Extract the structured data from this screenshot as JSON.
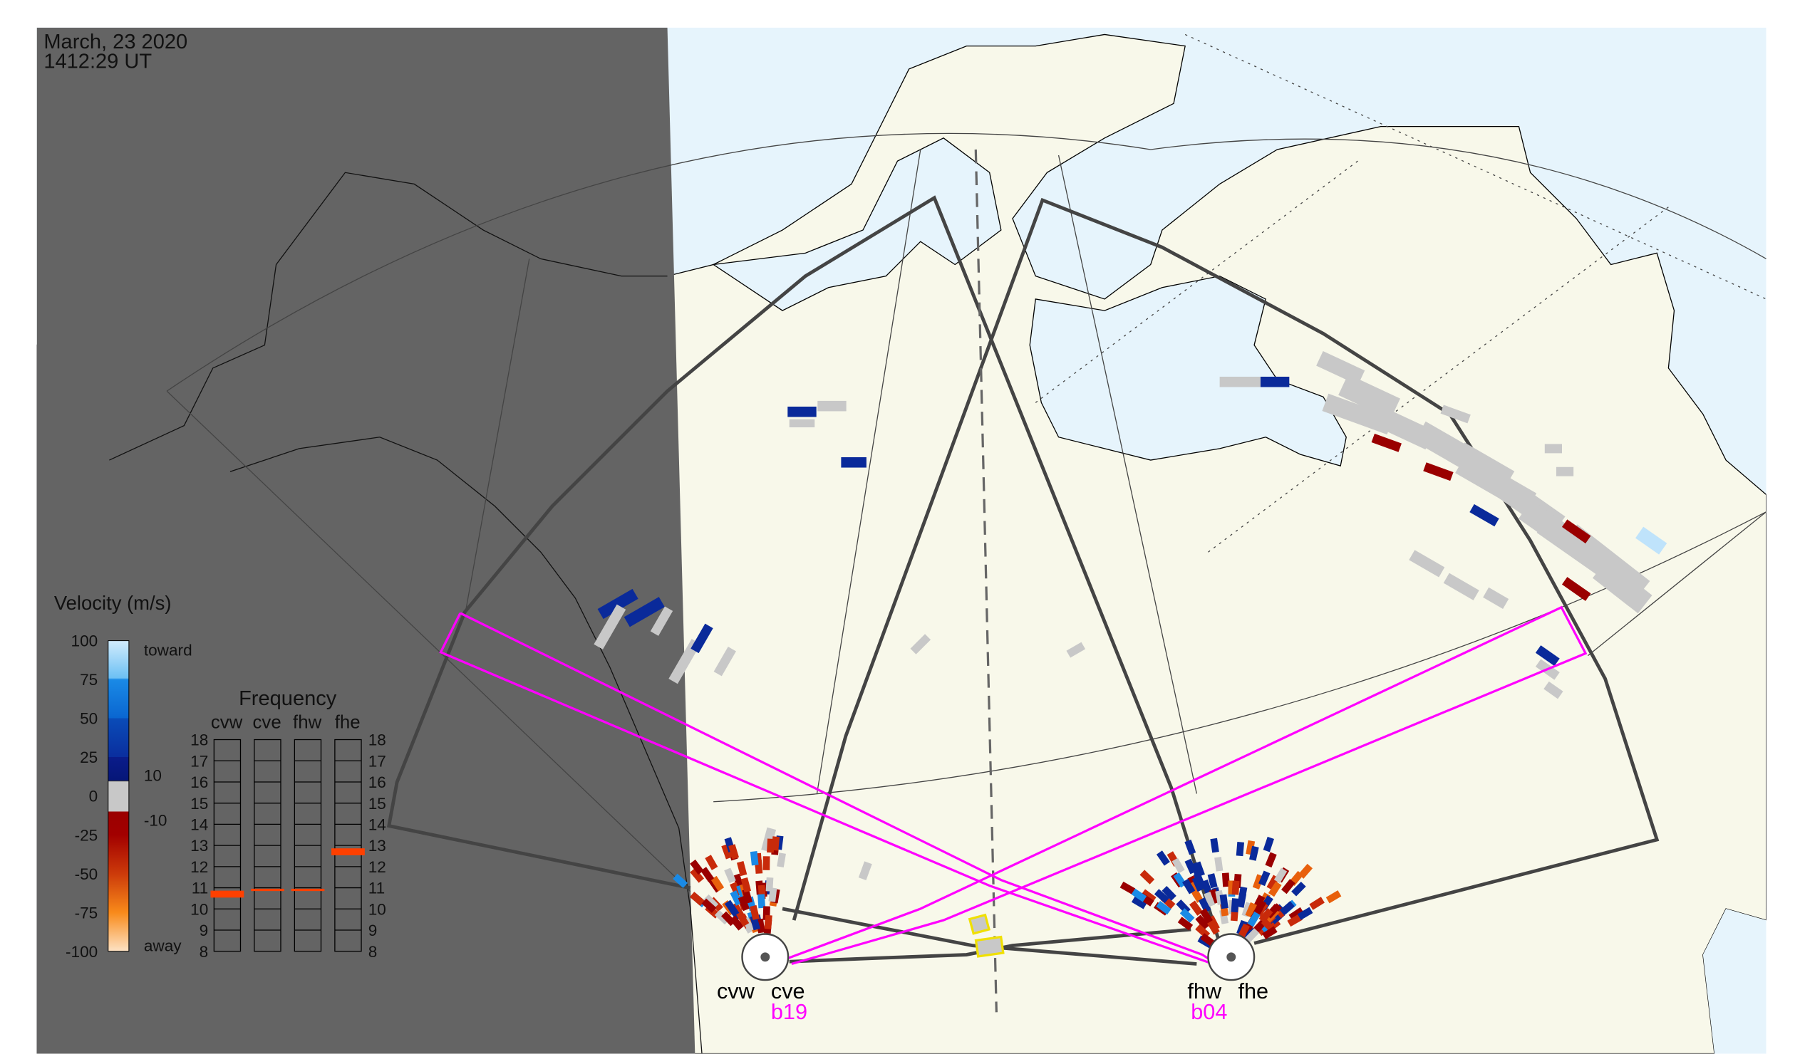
{
  "header": {
    "date": "March, 23 2020",
    "time": "1412:29 UT"
  },
  "velocity_legend": {
    "title": "Velocity (m/s)",
    "ticks": [
      "100",
      "75",
      "50",
      "25",
      "0",
      "-25",
      "-50",
      "-75",
      "-100"
    ],
    "toward_label": "toward",
    "away_label": "away",
    "inner_labels": [
      "10",
      "-10"
    ],
    "colors": {
      "toward_light": "#bfe3fb",
      "toward_mid": "#1a8ae6",
      "toward_dark": "#0a2a9a",
      "zero": "#c8c8c8",
      "away_dark": "#9a0000",
      "away_mid": "#e8600c",
      "away_light": "#fbdcbc"
    }
  },
  "frequency_legend": {
    "title": "Frequency",
    "radars": [
      {
        "name": "cvw",
        "freq_mhz": 10.7
      },
      {
        "name": "cve",
        "freq_mhz": 10.9
      },
      {
        "name": "fhw",
        "freq_mhz": 10.9
      },
      {
        "name": "fhe",
        "freq_mhz": 12.7
      }
    ],
    "ticks": [
      "18",
      "17",
      "16",
      "15",
      "14",
      "13",
      "12",
      "11",
      "10",
      "9",
      "8"
    ],
    "range": [
      8,
      18
    ]
  },
  "sites": [
    {
      "west": "cvw",
      "east": "cve",
      "beam": "b19"
    },
    {
      "west": "fhw",
      "east": "fhe",
      "beam": "b04"
    }
  ],
  "colors": {
    "night": "#646464",
    "land": "#f8f8ea",
    "water": "#e6f4fc",
    "beam": "#ff00ff",
    "fov": "#444444",
    "highlight": "#f0e000"
  }
}
